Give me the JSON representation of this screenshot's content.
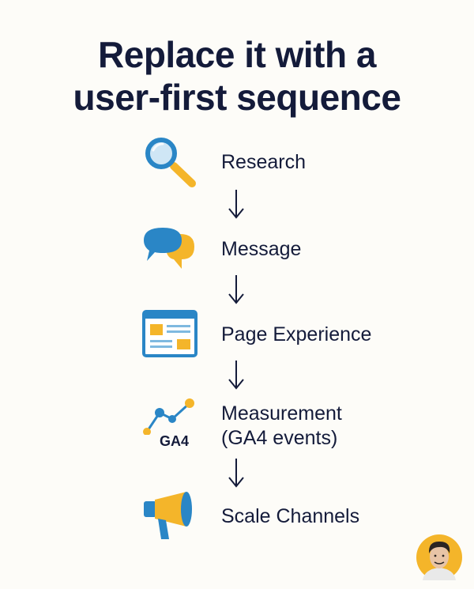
{
  "title": {
    "line1": "Replace it with a",
    "line2": "user-first sequence"
  },
  "steps": [
    {
      "icon": "magnifier-icon",
      "label": "Research"
    },
    {
      "icon": "chat-bubbles-icon",
      "label": "Message"
    },
    {
      "icon": "webpage-layout-icon",
      "label": "Page Experience"
    },
    {
      "icon": "analytics-line-icon",
      "icon_text": "GA4",
      "label_line1": "Measurement",
      "label_line2": "(GA4 events)"
    },
    {
      "icon": "megaphone-icon",
      "label": "Scale Channels"
    }
  ],
  "colors": {
    "navy": "#141b3a",
    "blue": "#2a86c6",
    "yellow": "#f4b52a",
    "light_blue": "#cfe6f5",
    "background": "#fdfcf8"
  }
}
